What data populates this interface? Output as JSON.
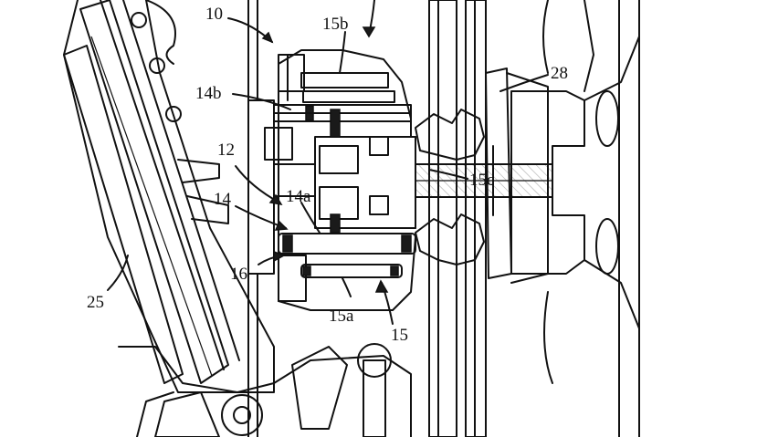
{
  "labels": {
    "ref_10": "10",
    "ref_15b": "15b",
    "ref_28": "28",
    "ref_14b": "14b",
    "ref_12": "12",
    "ref_15c": "15c",
    "ref_14": "14",
    "ref_14a": "14a",
    "ref_16": "16",
    "ref_25": "25",
    "ref_15a": "15a",
    "ref_15": "15"
  },
  "colors": {
    "ink": "#111111",
    "paper": "#ffffff"
  }
}
